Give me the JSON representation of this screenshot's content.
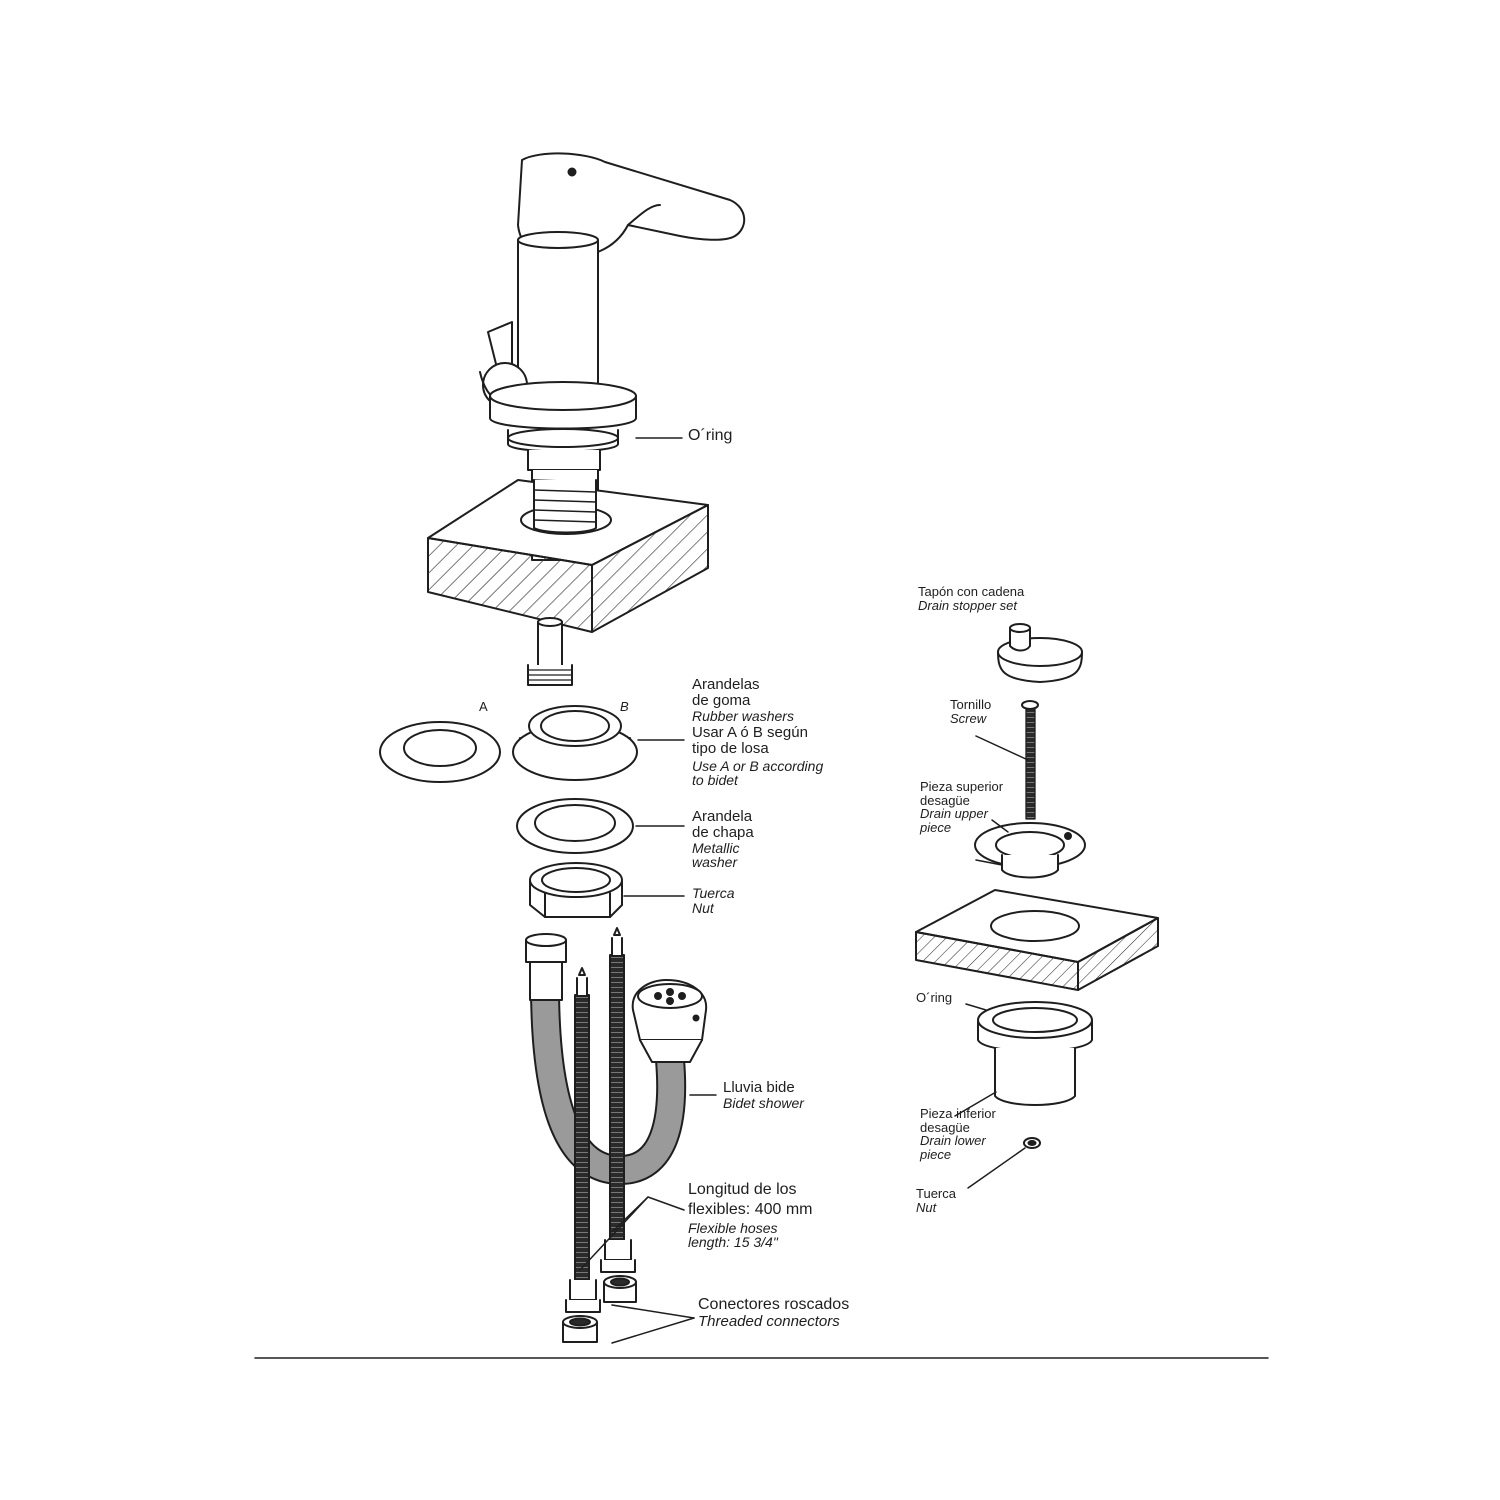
{
  "colors": {
    "ink": "#1e1e1e",
    "hose_gray": "#9a9a9a",
    "background": "#ffffff"
  },
  "labels": {
    "oring_top": "O´ring",
    "washer_a": "A",
    "washer_b": "B",
    "rubber_es_1": "Arandelas",
    "rubber_es_2": "de goma",
    "rubber_en": "Rubber washers",
    "use_es_1": "Usar A ó B según",
    "use_es_2": "tipo de losa",
    "use_en_1": "Use A or B according",
    "use_en_2": "to bidet",
    "metal_es_1": "Arandela",
    "metal_es_2": "de chapa",
    "metal_en_1": "Metallic",
    "metal_en_2": "washer",
    "nut_es": "Tuerca",
    "nut_en": "Nut",
    "shower_es": "Lluvia bide",
    "shower_en": "Bidet shower",
    "hose_es_1": "Longitud de los",
    "hose_es_2": "flexibles: 400 mm",
    "hose_en_1": "Flexible hoses",
    "hose_en_2": "length: 15 3/4\"",
    "conn_es": "Conectores roscados",
    "conn_en": "Threaded connectors",
    "stopper_es": "Tapón con cadena",
    "stopper_en": "Drain stopper set",
    "screw_es": "Tornillo",
    "screw_en": "Screw",
    "upper_es_1": "Pieza superior",
    "upper_es_2": "desagüe",
    "upper_en_1": "Drain upper",
    "upper_en_2": "piece",
    "oring_drain": "O´ring",
    "lower_es_1": "Pieza inferior",
    "lower_es_2": "desagüe",
    "lower_en_1": "Drain lower",
    "lower_en_2": "piece",
    "drain_nut_es": "Tuerca",
    "drain_nut_en": "Nut"
  }
}
